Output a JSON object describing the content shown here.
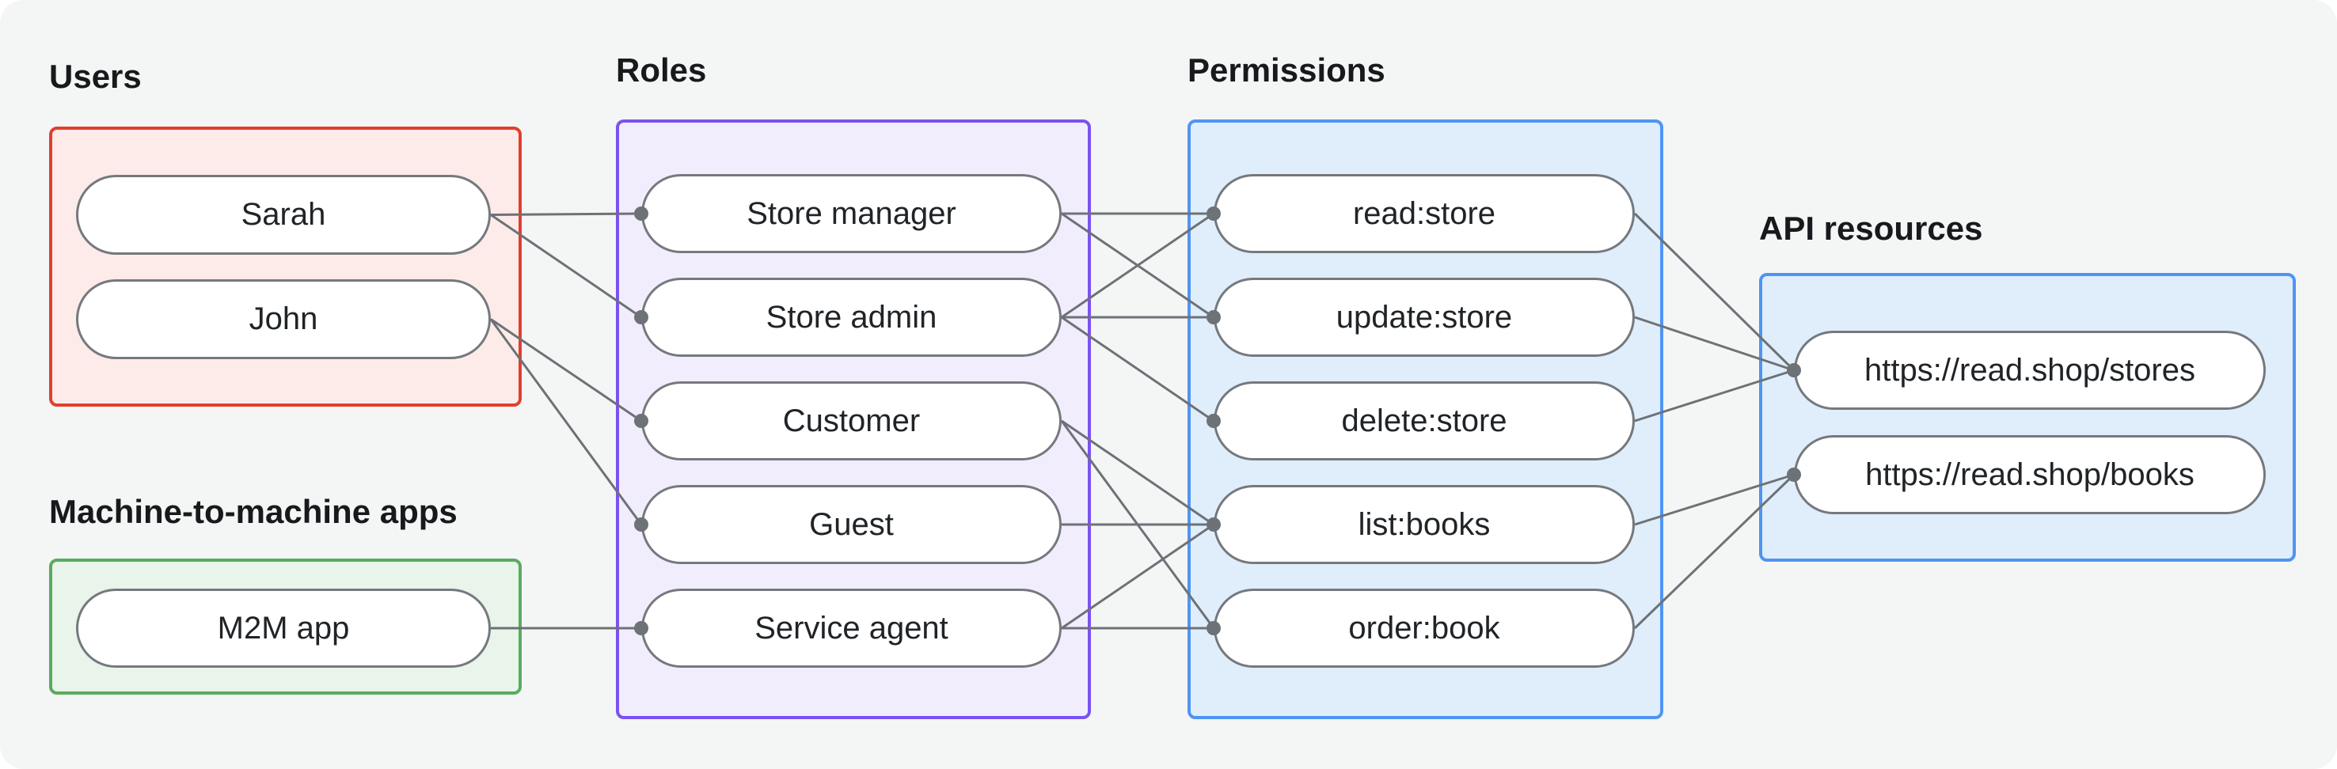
{
  "diagram": {
    "style": {
      "canvas_bg": "#f4f6f5",
      "page_bg": "#ffffff",
      "edge_color": "#6d7277",
      "node_border_color": "#75797d",
      "node_fill": "#ffffff",
      "node_text_color": "#202427",
      "label_color": "#17191c"
    },
    "groups": [
      {
        "id": "users",
        "label": "Users",
        "border_color": "#e0402e",
        "fill_color": "#fcebe9"
      },
      {
        "id": "m2m",
        "label": "Machine-to-machine apps",
        "border_color": "#5aab60",
        "fill_color": "#e9f4ea"
      },
      {
        "id": "roles",
        "label": "Roles",
        "border_color": "#7a52f2",
        "fill_color": "#f2edfd"
      },
      {
        "id": "permissions",
        "label": "Permissions",
        "border_color": "#4f94f3",
        "fill_color": "#e0eefb"
      },
      {
        "id": "api",
        "label": "API resources",
        "border_color": "#4f94f3",
        "fill_color": "#e0eefb"
      }
    ],
    "nodes": [
      {
        "id": "sarah",
        "group": "users",
        "label": "Sarah"
      },
      {
        "id": "john",
        "group": "users",
        "label": "John"
      },
      {
        "id": "m2m-app",
        "group": "m2m",
        "label": "M2M app"
      },
      {
        "id": "store-manager",
        "group": "roles",
        "label": "Store manager"
      },
      {
        "id": "store-admin",
        "group": "roles",
        "label": "Store admin"
      },
      {
        "id": "customer",
        "group": "roles",
        "label": "Customer"
      },
      {
        "id": "guest",
        "group": "roles",
        "label": "Guest"
      },
      {
        "id": "service-agent",
        "group": "roles",
        "label": "Service agent"
      },
      {
        "id": "read-store",
        "group": "permissions",
        "label": "read:store"
      },
      {
        "id": "update-store",
        "group": "permissions",
        "label": "update:store"
      },
      {
        "id": "delete-store",
        "group": "permissions",
        "label": "delete:store"
      },
      {
        "id": "list-books",
        "group": "permissions",
        "label": "list:books"
      },
      {
        "id": "order-book",
        "group": "permissions",
        "label": "order:book"
      },
      {
        "id": "stores-api",
        "group": "api",
        "label": "https://read.shop/stores"
      },
      {
        "id": "books-api",
        "group": "api",
        "label": "https://read.shop/books"
      }
    ],
    "edges": [
      [
        "sarah",
        "store-manager"
      ],
      [
        "sarah",
        "store-admin"
      ],
      [
        "john",
        "customer"
      ],
      [
        "john",
        "guest"
      ],
      [
        "m2m-app",
        "service-agent"
      ],
      [
        "store-manager",
        "read-store"
      ],
      [
        "store-manager",
        "update-store"
      ],
      [
        "store-admin",
        "read-store"
      ],
      [
        "store-admin",
        "update-store"
      ],
      [
        "store-admin",
        "delete-store"
      ],
      [
        "customer",
        "list-books"
      ],
      [
        "customer",
        "order-book"
      ],
      [
        "guest",
        "list-books"
      ],
      [
        "service-agent",
        "list-books"
      ],
      [
        "service-agent",
        "order-book"
      ],
      [
        "read-store",
        "stores-api"
      ],
      [
        "update-store",
        "stores-api"
      ],
      [
        "delete-store",
        "stores-api"
      ],
      [
        "list-books",
        "books-api"
      ],
      [
        "order-book",
        "books-api"
      ]
    ]
  }
}
